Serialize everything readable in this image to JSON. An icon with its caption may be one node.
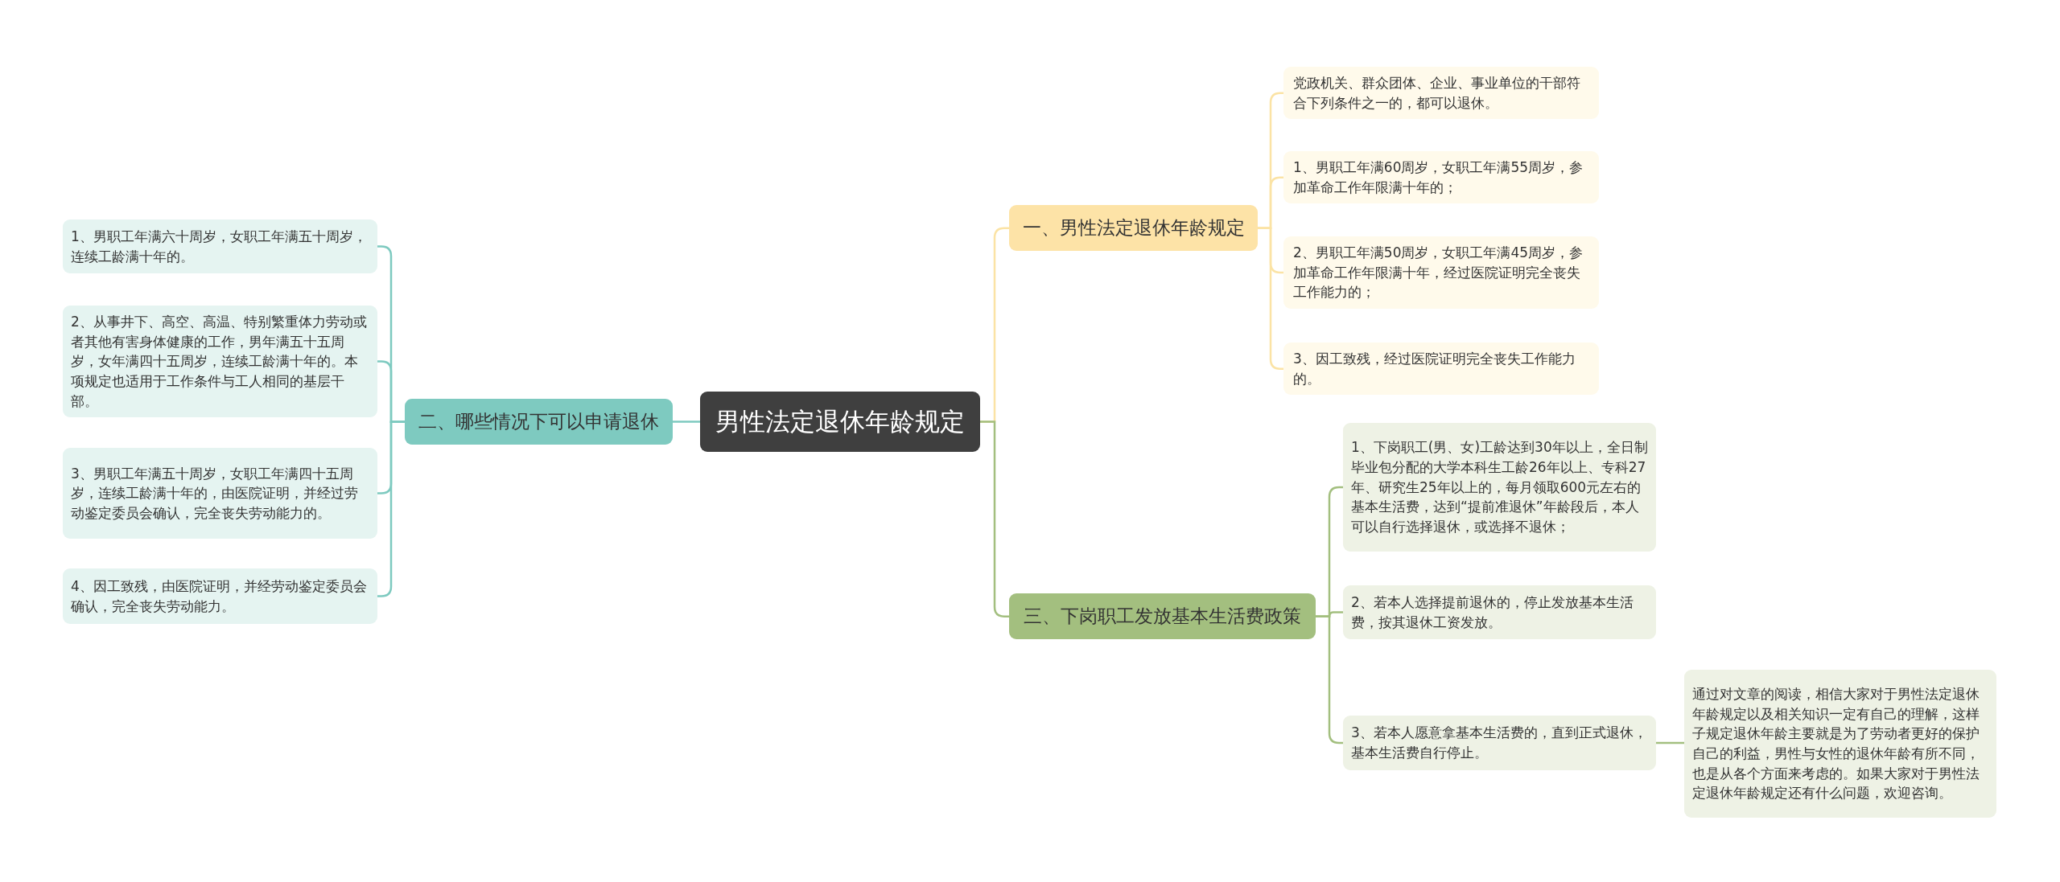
{
  "diagram": {
    "nodes": [
      {
        "text": [
          "男性法定退休年龄规定"
        ]
      },
      {
        "text": [
          "一、男性法定退休年龄规定"
        ]
      },
      {
        "text": [
          "党政机关、群众团体、企业、事业单位的干部符合下列条件之一的，都可以退休。"
        ]
      },
      {
        "text": [
          "1、男职工年满60周岁，女职工年满55周岁，参加革命工作年限满十年的；"
        ]
      },
      {
        "text": [
          "2、男职工年满50周岁，女职工年满45周岁，参加革命工作年限满十年，经过医院证明完全丧失工作能力的；"
        ]
      },
      {
        "text": [
          "3、因工致残，经过医院证明完全丧失工作能力的。"
        ]
      },
      {
        "text": [
          "二、哪些情况下可以申请退休"
        ]
      },
      {
        "text": [
          "1、男职工年满六十周岁，女职工年满五十周岁，连续工龄满十年的。"
        ]
      },
      {
        "text": [
          "2、从事井下、高空、高温、特别繁重体力劳动或者其他有害身体健康的工作，男年满五十五周岁，女年满四十五周岁，连续工龄满十年的。本项规定也适用于工作条件与工人相同的基层干部。"
        ]
      },
      {
        "text": [
          "3、男职工年满五十周岁，女职工年满四十五周岁，连续工龄满十年的，由医院证明，并经过劳动鉴定委员会确认，完全丧失劳动能力的。"
        ]
      },
      {
        "text": [
          "4、因工致残，由医院证明，并经劳动鉴定委员会确认，完全丧失劳动能力。"
        ]
      },
      {
        "text": [
          "三、下岗职工发放基本生活费政策"
        ]
      },
      {
        "text": [
          "1、下岗职工(男、女)工龄达到30年以上，全日制毕业包分配的大学本科生工龄26年以上、专科27年、研究生25年以上的，每月领取600元左右的基本生活费，达到“提前准退休”年龄段后，本人可以自行选择退休，或选择不退休；"
        ]
      },
      {
        "text": [
          "2、若本人选择提前退休的，停止发放基本生活费，按其退休工资发放。"
        ]
      },
      {
        "text": [
          "3、若本人愿意拿基本生活费的，直到正式退休，基本生活费自行停止。"
        ]
      },
      {
        "text": [
          "通过对文章的阅读，相信大家对于男性法定退休年龄规定以及相关知识一定有自己的理解，这样子规定退休年龄主要就是为了劳动者更好的保护自己的利益，男性与女性的退休年龄有所不同，也是从各个方面来考虑的。如果大家对于男性法定退休年龄规定还有什么问题，欢迎咨询。"
        ]
      }
    ],
    "edges": [
      {
        "from": 0,
        "to": 1,
        "arrow": "none",
        "color": "#fbe3a5"
      },
      {
        "from": 1,
        "to": 2,
        "arrow": "none",
        "color": "#fbe3a5"
      },
      {
        "from": 1,
        "to": 3,
        "arrow": "none",
        "color": "#fbe3a5"
      },
      {
        "from": 1,
        "to": 4,
        "arrow": "none",
        "color": "#fbe3a5"
      },
      {
        "from": 1,
        "to": 5,
        "arrow": "none",
        "color": "#fbe3a5"
      },
      {
        "from": 0,
        "to": 6,
        "arrow": "none",
        "color": "#7ecac0"
      },
      {
        "from": 6,
        "to": 7,
        "arrow": "none",
        "color": "#7ecac0"
      },
      {
        "from": 6,
        "to": 8,
        "arrow": "none",
        "color": "#7ecac0"
      },
      {
        "from": 6,
        "to": 9,
        "arrow": "none",
        "color": "#7ecac0"
      },
      {
        "from": 6,
        "to": 10,
        "arrow": "none",
        "color": "#7ecac0"
      },
      {
        "from": 0,
        "to": 11,
        "arrow": "none",
        "color": "#a3bf7f"
      },
      {
        "from": 11,
        "to": 12,
        "arrow": "none",
        "color": "#a3bf7f"
      },
      {
        "from": 11,
        "to": 13,
        "arrow": "none",
        "color": "#a3bf7f"
      },
      {
        "from": 11,
        "to": 14,
        "arrow": "none",
        "color": "#a3bf7f"
      },
      {
        "from": 14,
        "to": 15,
        "arrow": "none",
        "color": "#a3bf7f"
      }
    ]
  }
}
